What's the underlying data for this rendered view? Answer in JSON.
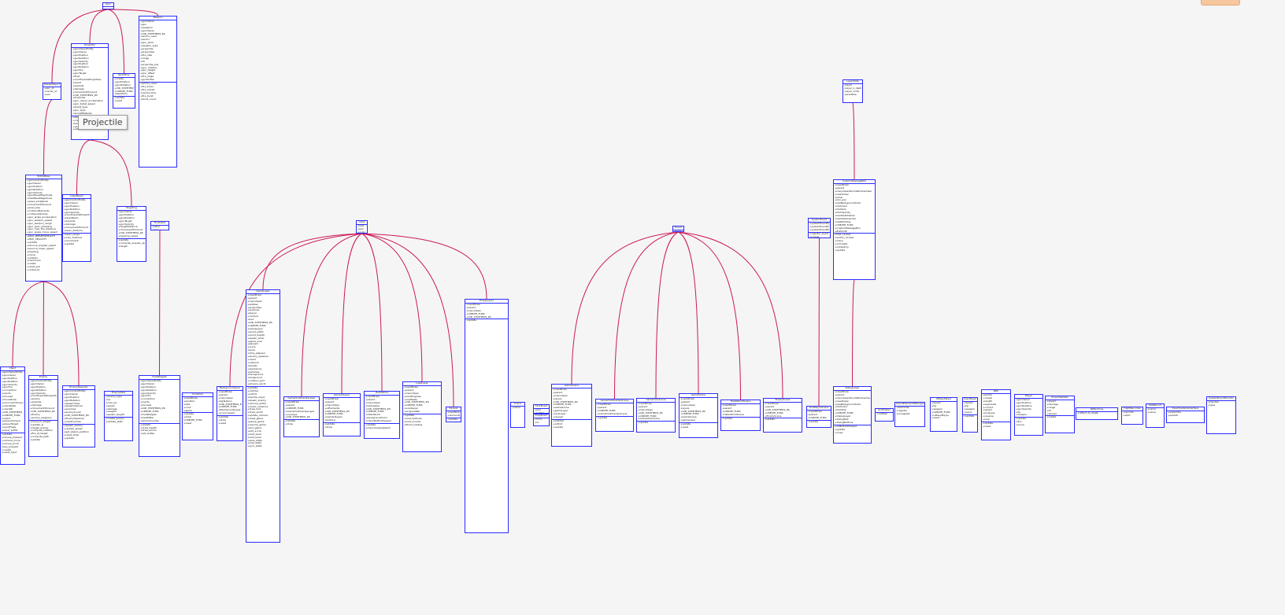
{
  "colors": {
    "edge": "#cc1a55",
    "box_border": "#2b2bff",
    "box_fill": "#ffffff",
    "background": "#f5f5f5",
    "tooltip_bg": "#f7f7f7"
  },
  "tooltip": {
    "text": "Projectile"
  },
  "classes": [
    {
      "id": "sync",
      "title": "Sync",
      "attrs": [],
      "ops": []
    },
    {
      "id": "weapon",
      "title": "Weapon",
      "attrs": [
        "+gunOwner",
        "+gun",
        "+weapons",
        "+gunOwner",
        "+OID_SYNTHESIS_RS",
        "+ammo_used",
        "+ammo",
        "+gun_pitch",
        "+weapon_type",
        "+projectile",
        "+projectiles",
        "+fire_rate",
        "+range",
        "+ttl",
        "+projectile_pos",
        "+gun_rotation",
        "+gun_height",
        "+gun_offset",
        "+fire_angle",
        "+gunProfile"
      ],
      "ops": [
        "+ammo_used",
        "+fire_timer",
        "+fire_reload",
        "+reload_time",
        "+fire_burst",
        "+burst_count"
      ]
    },
    {
      "id": "missile-object",
      "title": "MissileObject",
      "attrs": [
        "+gun_id",
        "+owner_id",
        "+pos"
      ],
      "ops": []
    },
    {
      "id": "projectile",
      "title": "Projectile",
      "attrs": [
        "+gunOwnerEntity",
        "+gunOwner",
        "+gunPosition",
        "+gunRotation",
        "+gunVelocity",
        "+gunPosition",
        "+gunRotation",
        "+gunFire",
        "+gunTarget",
        "+fired",
        "+numExplodeProjectiles",
        "+bullet",
        "+explode",
        "+damage",
        "+movementTimeout",
        "+OID_SYNTHESIS_RS",
        "+Projectile",
        "+gun_owner_acceleration",
        "+gun_bullet_speed",
        "+bullet_type",
        "+gun_type",
        "+gunAltMaterial"
      ],
      "ops": [
        "+spawn_projectile",
        "+create_shooter",
        "+bound_hit_distance",
        "+update",
        "+set_distance"
      ]
    },
    {
      "id": "read-only",
      "title": "ReadOnly",
      "attrs": [
        "+create",
        "+gunPosition",
        "+gunRotation",
        "+OID_SYNTHESIS_RS",
        "+CREATE_FUNC",
        "+ReadOnly"
      ],
      "ops": [
        "+update",
        "+reset"
      ]
    },
    {
      "id": "entity-base",
      "title": "EntityBase",
      "attrs": [
        "+gunControlEntity",
        "+gunOwner",
        "+gunPosition",
        "+gunRotation",
        "+gunVelocity",
        "+gunWaveMagnitude",
        "+hasWaveMagnitude",
        "+wave_amplitude",
        "+movementTimeout",
        "+pixel_size",
        "+collisionElements",
        "+collisionVertices",
        "+gun_angle_acceleration",
        "+gun_weapon_speed",
        "+gun_weapon_range",
        "+gun_auto_reloading",
        "+gun_max_fire_distance",
        "+gun_angle_move_speed"
      ],
      "ops": [
        "+MAX_PREVIEWHEALTH",
        "+MAX_VELOCITY",
        "+update",
        "+bounce_angular_speed",
        "+bounce_linear_speed",
        "+heading",
        "+move",
        "+rotation",
        "+maximum",
        "+rotate",
        "+reset_pull",
        "+collisions"
      ]
    },
    {
      "id": "laser-beam",
      "title": "LaserBeam",
      "attrs": [
        "+gunControlEntity",
        "+gunOwner",
        "+gunPosition",
        "+gunRotation",
        "+gunVelocity",
        "+numExplodeProjectiles",
        "+laserBeam",
        "+explode",
        "+damage",
        "+movementTimeout",
        "+laser_distance"
      ],
      "ops": [
        "+laser_range",
        "+max_distance",
        "+movement",
        "+update"
      ]
    },
    {
      "id": "targeting",
      "title": "Targeting",
      "attrs": [
        "+gunOwner",
        "+gunPosition",
        "+gunRotation",
        "+gunTarget",
        "+gunVelocity",
        "+targetDistance",
        "+movementTimeout",
        "+OID_SYNTHESIS_RS",
        "+heading_speed"
      ],
      "ops": [
        "+update",
        "+compute_angular_speed",
        "+target"
      ]
    },
    {
      "id": "hud-label",
      "title": "HudLabel",
      "attrs": [
        "+label",
        "+pos"
      ],
      "ops": []
    },
    {
      "id": "label",
      "title": "Label",
      "attrs": [
        "+text",
        "+pos",
        "+color"
      ],
      "ops": []
    },
    {
      "id": "event",
      "title": "Event",
      "attrs": [
        "+type"
      ],
      "ops": []
    },
    {
      "id": "layer-data",
      "title": "LayerData",
      "attrs": [
        "+layer",
        "+layer_z_depth",
        "+layer_order",
        "+pixelSize"
      ],
      "ops": []
    },
    {
      "id": "custom-message-box",
      "title": "CustomMessageBox",
      "attrs": [
        "+needDraw",
        "+parent",
        "+menuOpenRoomWindowClear",
        "+needClear",
        "+timer",
        "+box_pos",
        "+hasBackgroundColor",
        "+fontColor",
        "+fontSize",
        "+fontOpacity",
        "+hasTextShadow",
        "+hasShadowColor",
        "+textPadding",
        "+CREATE_FUNC",
        "+CustomMessageBox",
        "+ButtonID"
      ],
      "ops": [
        "+text_clicked",
        "+button_clicked",
        "+menu",
        "+onCreate",
        "+onDestroy",
        "+update"
      ]
    },
    {
      "id": "system-event",
      "title": "SystemEvent",
      "attrs": [
        "+systemEventType",
        "+systemEventData",
        "+systemEventPos"
      ],
      "ops": [
        "+register_event",
        "+trigger"
      ]
    },
    {
      "id": "client",
      "title": "Client",
      "attrs": [
        "+gunOwnerEntity",
        "+gunOwner",
        "+gunPosition",
        "+gunRotation",
        "+gunVelocity",
        "+gunFire",
        "+connection",
        "+inputs",
        "+focused",
        "+focusMode",
        "+reconnectTimeout",
        "+clientData",
        "+clientID",
        "+OID_SYNTHESIS_RS",
        "+CREATE_FUNC",
        "+Client",
        "+playerCamera",
        "+playerTarget",
        "+inputFlags",
        "+input_buffer"
      ],
      "ops": [
        "+update",
        "+mouse_pressed",
        "+camera_move",
        "+mouse_scroll",
        "+key_pressed",
        "+create",
        "+reset_input"
      ]
    },
    {
      "id": "enemy",
      "title": "Enemy",
      "attrs": [
        "+gunControlEntity",
        "+gunOwner",
        "+gunPosition",
        "+gunRotation",
        "+gunVelocity",
        "+numExplodeProjectiles",
        "+enemy",
        "+explode",
        "+damage",
        "+movementTimeout",
        "+OID_SYNTHESIS_RS",
        "+Enemy",
        "+enemy_weapons"
      ],
      "ops": [
        "+move_to_target",
        "+update_ai",
        "+target_enemy",
        "+compute_rotation",
        "+fire_at_target",
        "+compute_path",
        "+update"
      ]
    },
    {
      "id": "enemy-spawner",
      "title": "EnemySpawner",
      "attrs": [
        "+gunControlEntity",
        "+gunOwner",
        "+gunPosition",
        "+gunRotation",
        "+spawnTimer",
        "+spawnInterval",
        "+enemies",
        "+enemyCount",
        "+OID_SYNTHESIS_RS",
        "+EnemySpawner",
        "+maxEnemies"
      ],
      "ops": [
        "+spawn_enemy",
        "+update_spawn",
        "+get_spawn_position",
        "+reset_timer",
        "+update"
      ]
    },
    {
      "id": "enemy-data",
      "title": "EnemyData",
      "attrs": [
        "+enemy_type",
        "+hp",
        "+max_hp",
        "+speed",
        "+damage",
        "+weapon",
        "+spawn_weight"
      ],
      "ops": [
        "+create_enemy",
        "+update_stats"
      ]
    },
    {
      "id": "hud-widgets",
      "title": "HudWidgets",
      "attrs": [
        "+gunOwnerEntity",
        "+gunOwner",
        "+gunPosition",
        "+gunRotation",
        "+gunVelocity",
        "+gunFire",
        "+connection",
        "+inputs",
        "+focused",
        "+OID_SYNTHESIS_RS",
        "+CREATE_FUNC",
        "+HudWidgets",
        "+healthBar",
        "+ammoCounter"
      ],
      "ops": [
        "+update",
        "+draw_health",
        "+draw_ammo",
        "+set_visible"
      ]
    },
    {
      "id": "crosshair",
      "title": "Crosshair",
      "attrs": [
        "+needDraw",
        "+position",
        "+size",
        "+color",
        "+alpha"
      ],
      "ops": [
        "+update",
        "+draw",
        "+CREATE_FUNC",
        "+reset"
      ]
    },
    {
      "id": "background-layer",
      "title": "BackgroundLayer",
      "attrs": [
        "+needDraw",
        "+parent",
        "+menuOpen",
        "+bgTexture",
        "+OID_SYNTHESIS_RS",
        "+CREATE_FUNC",
        "+BackgroundLayer",
        "+scroll_speed"
      ],
      "ops": [
        "+update",
        "+draw",
        "+reset"
      ]
    },
    {
      "id": "game-layer",
      "title": "GameLayer",
      "attrs": [
        "+needDraw",
        "+parent",
        "+menuOpen",
        "+entities",
        "+projectiles",
        "+enemies",
        "+player",
        "+camera",
        "+hud",
        "+OID_SYNTHESIS_RS",
        "+CREATE_FUNC",
        "+GameLayer",
        "+world_width",
        "+world_height",
        "+spawn_timer",
        "+game_over",
        "+paused",
        "+score",
        "+level",
        "+time_elapsed",
        "+enemy_spawner",
        "+client",
        "+network",
        "+bullets",
        "+explosions",
        "+particles",
        "+background",
        "+foreground",
        "+collision_grid",
        "+physics_world"
      ],
      "ops": [
        "+update",
        "+onEnter",
        "+onExit",
        "+handle_input",
        "+spawn_enemy",
        "+remove_entity",
        "+check_collisions",
        "+draw_hud",
        "+draw_world",
        "+update_camera",
        "+reset_game",
        "+pause_game",
        "+resume_game",
        "+end_game",
        "+add_score",
        "+next_level",
        "+load_level",
        "+save_state",
        "+load_state",
        "+sync_state"
      ]
    },
    {
      "id": "game-hud-overlay",
      "title": "GameHudOverlayLayer",
      "attrs": [
        "+needDraw",
        "+parent",
        "+CREATE_FUNC",
        "+GameHudOverlayLayer",
        "+overlays",
        "+OID_SYNTHESIS_RS"
      ],
      "ops": [
        "+update",
        "+draw"
      ]
    },
    {
      "id": "game-ui-layer",
      "title": "GameUiLayer",
      "attrs": [
        "+needDraw",
        "+parent",
        "+menuOpen",
        "+uiElements",
        "+OID_SYNTHESIS_RS",
        "+CREATE_FUNC",
        "+GameUiLayer",
        "+buttons"
      ],
      "ops": [
        "+update",
        "+draw"
      ]
    },
    {
      "id": "hello-world",
      "title": "HelloWorld",
      "attrs": [
        "+needDraw",
        "+parent",
        "+menuOpen",
        "+helloLabel",
        "+OID_SYNTHESIS_RS",
        "+CREATE_FUNC",
        "+HelloWorld",
        "+backgroundColor",
        "+menuButtonPressed"
      ],
      "ops": [
        "+update",
        "+menuCloseCallback"
      ]
    },
    {
      "id": "load-layer",
      "title": "LoadLayer",
      "attrs": [
        "+needDraw",
        "+parent",
        "+menuOpen",
        "+loadProgress",
        "+loadTasks",
        "+OID_SYNTHESIS_RS",
        "+CREATE_FUNC",
        "+LoadLayer",
        "+progressBar"
      ],
      "ops": [
        "+update",
        "+load_textures",
        "+load_sounds",
        "+finish_loading"
      ]
    },
    {
      "id": "ui-layer",
      "title": "UiLayer",
      "attrs": [
        "+needDraw",
        "+elements"
      ],
      "ops": [
        "+update"
      ]
    },
    {
      "id": "empty-layer",
      "title": "EmptyLayer",
      "attrs": [
        "+needDraw",
        "+parent",
        "+menuOpen",
        "+CREATE_FUNC",
        "+OID_SYNTHESIS_RS"
      ],
      "ops": [
        "+update"
      ]
    },
    {
      "id": "scene",
      "title": "Scene",
      "attrs": [
        "+name"
      ],
      "ops": []
    },
    {
      "id": "click-event",
      "title": "ClickEvent",
      "attrs": [
        "+pos",
        "+button"
      ],
      "ops": []
    },
    {
      "id": "drag-event",
      "title": "DragEvent",
      "attrs": [
        "+from",
        "+to"
      ],
      "ops": []
    },
    {
      "id": "game-scene",
      "title": "GameScene",
      "attrs": [
        "+needDraw",
        "+parent",
        "+menuOpen",
        "+layers",
        "+OID_SYNTHESIS_RS",
        "+CREATE_FUNC",
        "+GameScene",
        "+gameLayer",
        "+hudLayer",
        "+uiLayer"
      ],
      "ops": [
        "+onEnter",
        "+onExit",
        "+update"
      ]
    },
    {
      "id": "game-hud-overlay-scene",
      "title": "GameHudOverlayScene",
      "attrs": [
        "+needDraw",
        "+parent",
        "+CREATE_FUNC",
        "+GameHudOverlayScene"
      ],
      "ops": [
        "+update"
      ]
    },
    {
      "id": "game-over-scene",
      "title": "GameOverScene",
      "attrs": [
        "+needDraw",
        "+parent",
        "+menuOpen",
        "+OID_SYNTHESIS_RS",
        "+CREATE_FUNC",
        "+GameOverScene"
      ],
      "ops": [
        "+update"
      ]
    },
    {
      "id": "game-scene-b",
      "title": "GameScene",
      "attrs": [
        "+needDraw",
        "+parent",
        "+menuOpen",
        "+layers",
        "+OID_SYNTHESIS_RS",
        "+CREATE_FUNC",
        "+GameScene",
        "+gameLayer"
      ],
      "ops": [
        "+update",
        "+reset"
      ]
    },
    {
      "id": "hello-world-scene",
      "title": "HelloWorldScene",
      "attrs": [
        "+needDraw",
        "+parent",
        "+CREATE_FUNC",
        "+HelloWorldScene"
      ],
      "ops": [
        "+update"
      ]
    },
    {
      "id": "empty-scene",
      "title": "EmptyScene",
      "attrs": [
        "+needDraw",
        "+parent",
        "+OID_SYNTHESIS_RS",
        "+CREATE_FUNC",
        "+EmptyScene"
      ],
      "ops": [
        "+update"
      ]
    },
    {
      "id": "one-player-scene",
      "title": "OnePlayerScene",
      "attrs": [
        "+needDraw",
        "+parent",
        "+CREATE_FUNC"
      ],
      "ops": [
        "+update"
      ]
    },
    {
      "id": "dialog-layer",
      "title": "DialogLayer",
      "attrs": [
        "+needDraw",
        "+parent",
        "+menuOpenRoomWindowClear",
        "+needClear",
        "+hasBackgroundColor",
        "+fontColor",
        "+fontSize",
        "+CREATE_FUNC",
        "+DialogLayer",
        "+dialogText",
        "+dialogButtons"
      ],
      "ops": [
        "+onButtonPressed",
        "+update",
        "+close"
      ]
    },
    {
      "id": "grid-helper",
      "title": "GridHelper",
      "attrs": [
        "+cellSize"
      ],
      "ops": []
    },
    {
      "id": "game-elements-manager",
      "title": "GameElementsManager",
      "attrs": [
        "+elements",
        "+register",
        "+unregister"
      ],
      "ops": []
    },
    {
      "id": "ui-easy-player",
      "title": "UiEasyPlayer",
      "attrs": [
        "+speed",
        "+hp",
        "+weapon",
        "+CREATE_FUNC",
        "+UiEasyPlayer",
        "+reset"
      ],
      "ops": []
    },
    {
      "id": "hard-player",
      "title": "HardPlayer",
      "attrs": [
        "+speed",
        "+hp",
        "+weapon"
      ],
      "ops": [
        "+reset"
      ]
    },
    {
      "id": "user-player",
      "title": "UserPlayer",
      "attrs": [
        "+speed",
        "+hp",
        "+weapon",
        "+input"
      ],
      "ops": [
        "+update"
      ]
    },
    {
      "id": "path",
      "title": "Path",
      "attrs": [
        "+points",
        "+closed",
        "+length",
        "+segments",
        "+current",
        "+speed",
        "+progress",
        "+reverse",
        "+loop"
      ],
      "ops": [
        "+update",
        "+reset"
      ]
    },
    {
      "id": "player",
      "title": "Player",
      "attrs": [
        "+gunOwner",
        "+gunPosition",
        "+gunRotation",
        "+gunVelocity",
        "+hp",
        "+weapon"
      ],
      "ops": [
        "+update",
        "+fire",
        "+move"
      ]
    },
    {
      "id": "projectile-data",
      "title": "ProjectileData",
      "attrs": [
        "+speed",
        "+damage",
        "+range",
        "+ttl",
        "+spread"
      ],
      "ops": [
        "+create"
      ]
    },
    {
      "id": "reflections",
      "title": "Reflections",
      "attrs": [],
      "ops": [
        "+reflect_to_angle"
      ]
    },
    {
      "id": "flight-recorder",
      "title": "FlightRecorder",
      "attrs": [
        "+records",
        "+start"
      ],
      "ops": []
    },
    {
      "id": "stat-record",
      "title": "StatRecord",
      "attrs": [
        "+name",
        "+value"
      ],
      "ops": []
    },
    {
      "id": "event-system",
      "title": "EventSystemInterface",
      "attrs": [
        "+subscribe",
        "+publish"
      ],
      "ops": []
    },
    {
      "id": "system-event-handler",
      "title": "SystemEventHandler",
      "attrs": [
        "+handler",
        "+type"
      ],
      "ops": []
    }
  ],
  "edges": [
    [
      "sync",
      "missile-object"
    ],
    [
      "sync",
      "projectile"
    ],
    [
      "sync",
      "read-only"
    ],
    [
      "sync",
      "weapon"
    ],
    [
      "missile-object",
      "entity-base"
    ],
    [
      "projectile",
      "laser-beam"
    ],
    [
      "projectile",
      "targeting"
    ],
    [
      "entity-base",
      "client"
    ],
    [
      "entity-base",
      "enemy"
    ],
    [
      "entity-base",
      "enemy-spawner"
    ],
    [
      "hud-label",
      "hud-widgets"
    ],
    [
      "label",
      "game-layer"
    ],
    [
      "label",
      "game-hud-overlay"
    ],
    [
      "label",
      "game-ui-layer"
    ],
    [
      "label",
      "hello-world"
    ],
    [
      "label",
      "load-layer"
    ],
    [
      "label",
      "ui-layer"
    ],
    [
      "label",
      "background-layer"
    ],
    [
      "label",
      "empty-layer"
    ],
    [
      "event",
      "game-scene"
    ],
    [
      "event",
      "game-hud-overlay-scene"
    ],
    [
      "event",
      "game-over-scene"
    ],
    [
      "event",
      "game-scene-b"
    ],
    [
      "event",
      "hello-world-scene"
    ],
    [
      "event",
      "empty-scene"
    ],
    [
      "layer-data",
      "custom-message-box"
    ],
    [
      "custom-message-box",
      "dialog-layer"
    ],
    [
      "system-event",
      "one-player-scene"
    ]
  ]
}
